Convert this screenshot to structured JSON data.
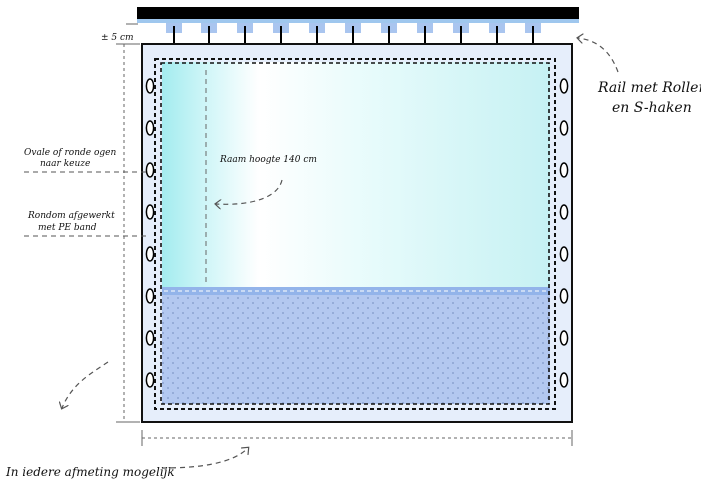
{
  "labels": {
    "spacing": "± 5 cm",
    "rail_line1": "Rail met Rollers",
    "rail_line2": "en S-haken",
    "eyelets_line1": "Ovale of ronde ogen",
    "eyelets_line2": "naar keuze",
    "edge_line1": "Rondom afgewerkt",
    "edge_line2": "met PE band",
    "window_height": "Raam hoogte 140 cm",
    "any_size": "In iedere afmeting mogelijk"
  },
  "colors": {
    "rail": "#000000",
    "rail_stripe": "#9fc7ee",
    "hook_block": "#a9c5ef",
    "curtain_fill": "#e6eefb",
    "curtain_border": "#111111",
    "window_edge": "#a4ecef",
    "lower_fill": "#b3c8f0",
    "dot": "#7f98c8"
  },
  "icons": {
    "roller": "circle-ring-icon",
    "eyelet": "oval-ring-icon",
    "arrow": "curved-dashed-arrow-icon"
  }
}
